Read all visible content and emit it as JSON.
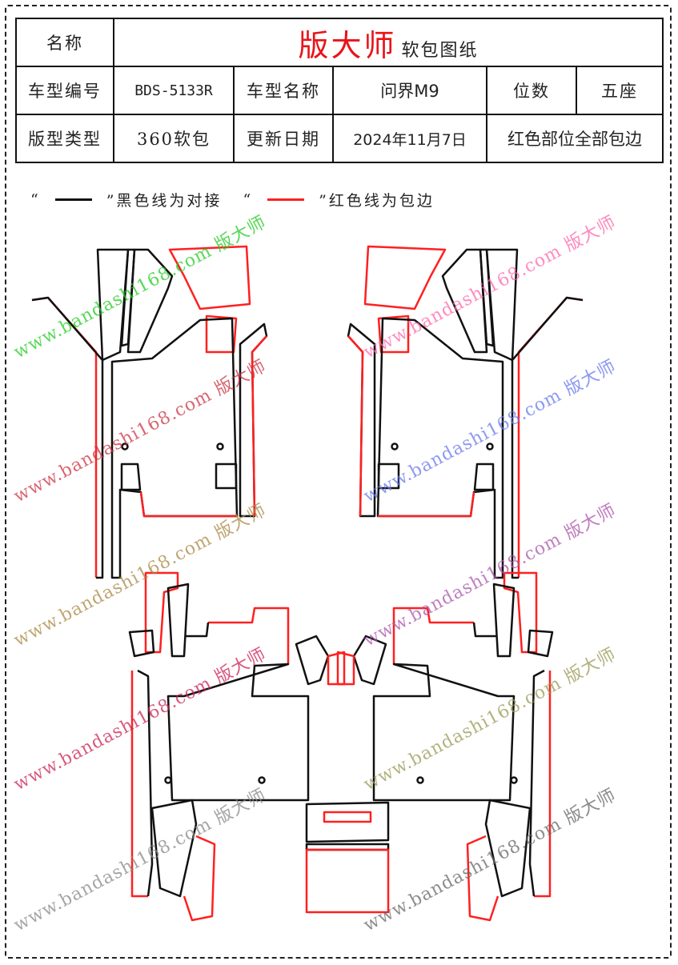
{
  "header": {
    "name_label": "名称",
    "brand": "版大师",
    "doc_title": "软包图纸",
    "model_code_label": "车型编号",
    "model_code": "BDS-5133R",
    "model_name_label": "车型名称",
    "model_name": "问界M9",
    "seats_label": "位数",
    "seats": "五座",
    "type_label": "版型类型",
    "type": "360软包",
    "date_label": "更新日期",
    "date": "2024年11月7日",
    "note": "红色部位全部包边"
  },
  "legend": {
    "black_open": "“",
    "black_close": "”黑色线为对接",
    "red_open": "“",
    "red_close": "”红色线为包边",
    "black_color": "#111111",
    "red_color": "#ff2020"
  },
  "watermarks": [
    {
      "text": "www.bandashi168.com 版大师",
      "color": "#22cc22"
    },
    {
      "text": "www.bandashi168.com 版大师",
      "color": "#ff66aa"
    },
    {
      "text": "www.bandashi168.com 版大师",
      "color": "#cc3344"
    },
    {
      "text": "www.bandashi168.com 版大师",
      "color": "#6677ee"
    },
    {
      "text": "www.bandashi168.com 版大师",
      "color": "#aa8844"
    },
    {
      "text": "www.bandashi168.com 版大师",
      "color": "#aa55aa"
    },
    {
      "text": "www.bandashi168.com 版大师",
      "color": "#cc2255"
    },
    {
      "text": "www.bandashi168.com 版大师",
      "color": "#999955"
    },
    {
      "text": "www.bandashi168.com 版大师",
      "color": "#888888"
    },
    {
      "text": "www.bandashi168.com 版大师",
      "color": "#666666"
    }
  ]
}
